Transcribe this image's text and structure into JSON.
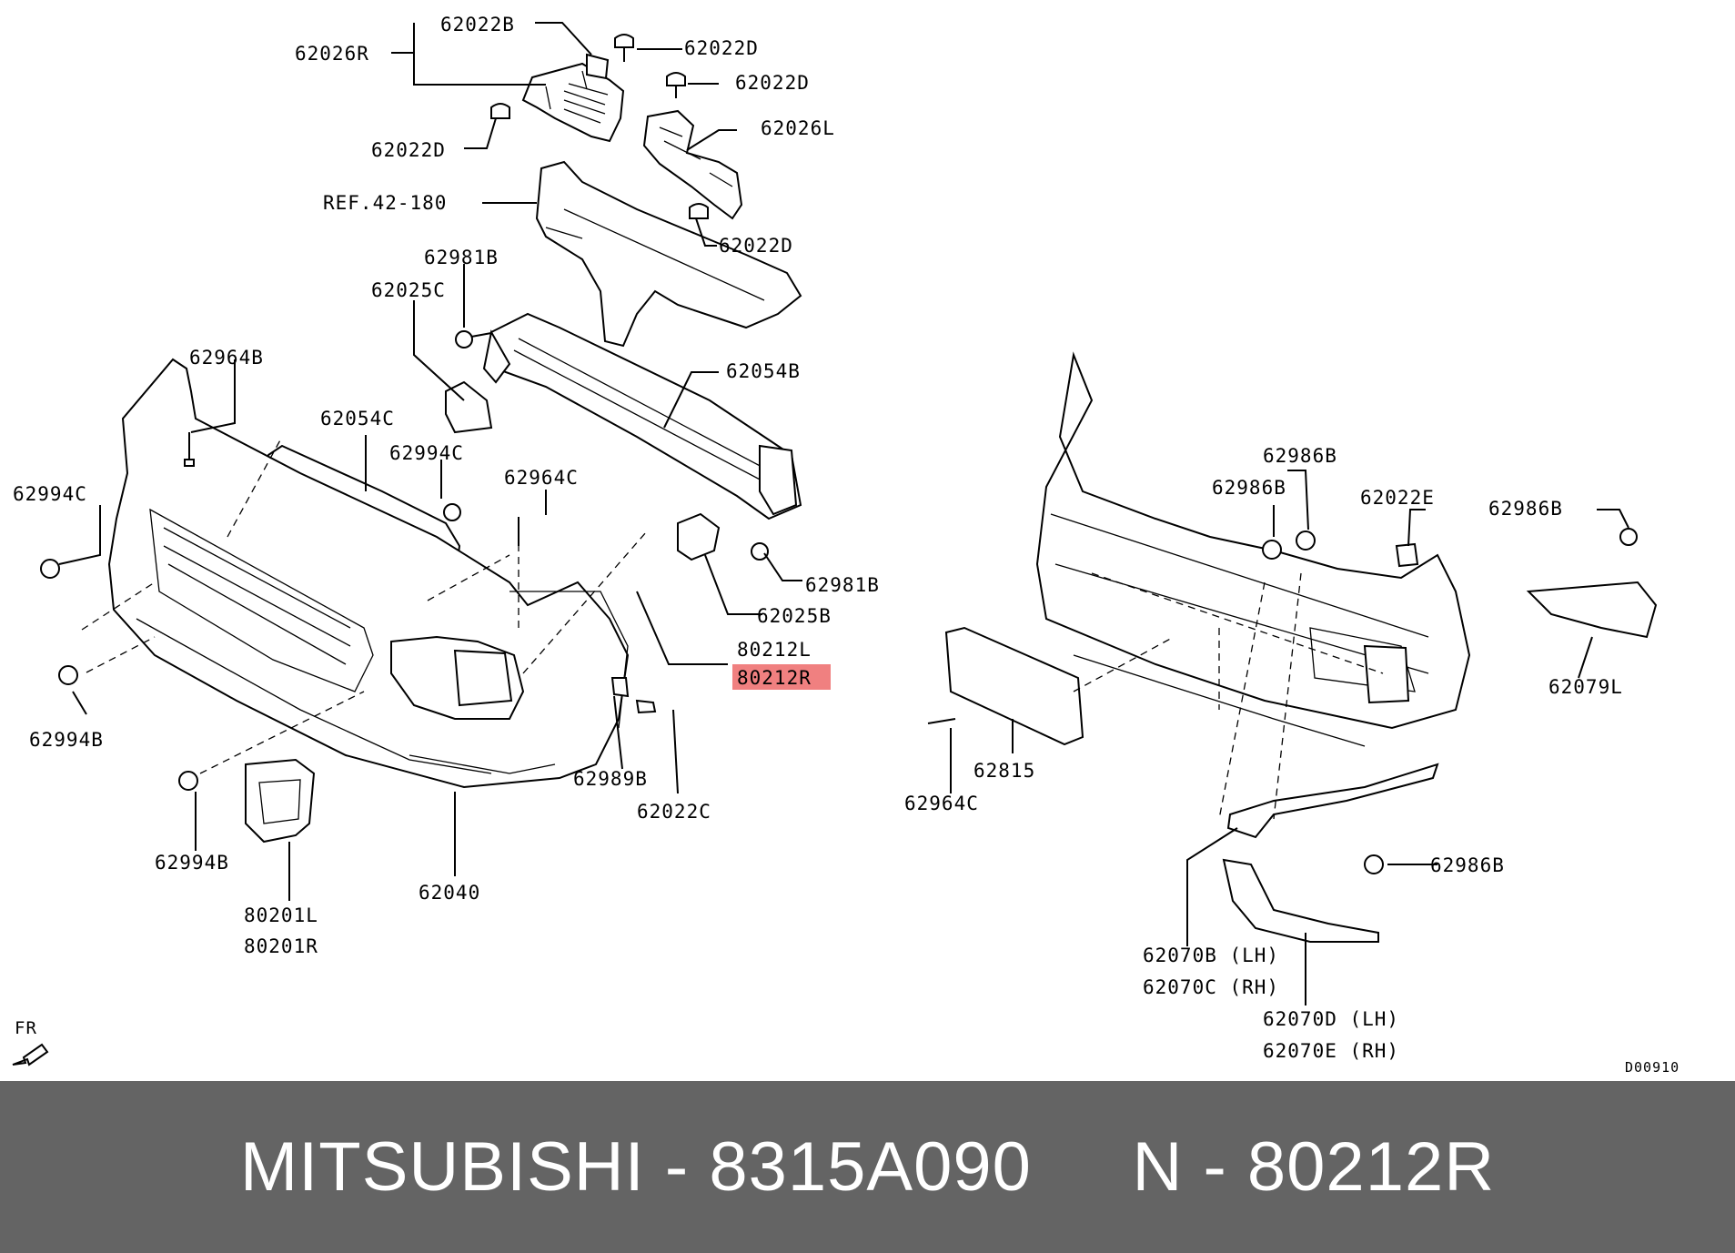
{
  "diagram": {
    "labels": {
      "l_62022B": "62022B",
      "l_62026R": "62026R",
      "l_62022D_a": "62022D",
      "l_62022D_b": "62022D",
      "l_62022D_c": "62022D",
      "l_62026L": "62026L",
      "l_62022D_d": "62022D",
      "l_ref": "REF.42-180",
      "l_62981B_a": "62981B",
      "l_62025C": "62025C",
      "l_62054B": "62054B",
      "l_62964B": "62964B",
      "l_62054C": "62054C",
      "l_62994C_a": "62994C",
      "l_62994C_b": "62994C",
      "l_62964C_a": "62964C",
      "l_62981B_b": "62981B",
      "l_62025B": "62025B",
      "l_80212L": "80212L",
      "l_80212R": "80212R",
      "l_62994B_a": "62994B",
      "l_62989B": "62989B",
      "l_62022C": "62022C",
      "l_62994B_b": "62994B",
      "l_62040": "62040",
      "l_80201L": "80201L",
      "l_80201R": "80201R",
      "l_62986B_a": "62986B",
      "l_62986B_b": "62986B",
      "l_62022E": "62022E",
      "l_62986B_c": "62986B",
      "l_62079L": "62079L",
      "l_62815": "62815",
      "l_62964C_b": "62964C",
      "l_62986B_d": "62986B",
      "l_62070B": "62070B (LH)",
      "l_62070C": "62070C (RH)",
      "l_62070D": "62070D (LH)",
      "l_62070E": "62070E (RH)",
      "l_fr": "FR",
      "l_code": "D00910"
    },
    "highlight_color": "#f08080"
  },
  "footer": {
    "text": "MITSUBISHI - 8315A090     N - 80212R",
    "background": "#646464",
    "color": "#ffffff"
  }
}
